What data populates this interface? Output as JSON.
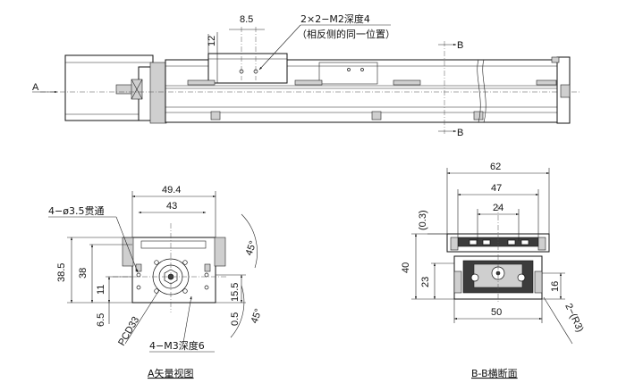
{
  "top_view": {
    "dim_8_5": "8.5",
    "dim_12": "12",
    "note_line1": "2×2−M2深度4",
    "note_line2": "（相反侧的同一位置）",
    "arrow_a": "A",
    "section_b_top": "B",
    "section_b_bottom": "B"
  },
  "a_view": {
    "title": "A矢量视图",
    "dim_49_4": "49.4",
    "dim_43": "43",
    "thru_hole_note": "4−ø3.5贯通",
    "dim_38_5": "38.5",
    "dim_38": "38",
    "dim_11": "11",
    "dim_6_5": "6.5",
    "dim_15_5": "15.5",
    "dim_0_5": "0.5",
    "angle_upper": "45°",
    "angle_lower": "45°",
    "pcd": "PCD33",
    "tap_note": "4−M3深度6"
  },
  "b_section": {
    "title": "B-B横断面",
    "dim_62": "62",
    "dim_47": "47",
    "dim_24": "24",
    "dim_0_3": "(0.3)",
    "dim_40": "40",
    "dim_23": "23",
    "dim_16": "16",
    "dim_50": "50",
    "radius_note": "2−(R3)"
  }
}
